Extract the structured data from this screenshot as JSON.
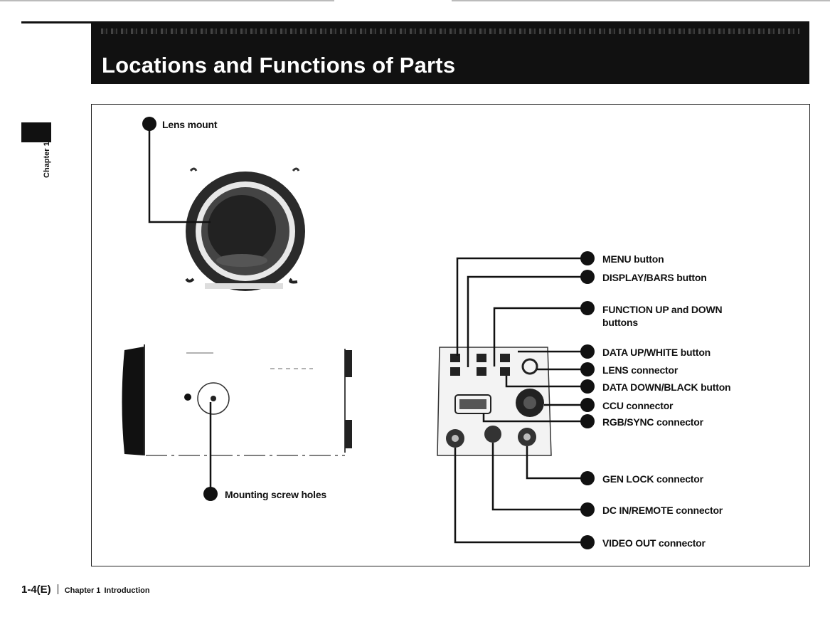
{
  "page": {
    "title": "Locations and Functions of Parts",
    "side_tab": "Chapter 1",
    "footer": {
      "page_number": "1-4(E)",
      "chapter": "Chapter 1",
      "section": "Introduction"
    }
  },
  "callouts": [
    {
      "id": "lens-mount",
      "label": "Lens mount"
    },
    {
      "id": "mounting-screw-holes",
      "label": "Mounting screw holes"
    },
    {
      "id": "menu-button",
      "label": "MENU button"
    },
    {
      "id": "display-bars-button",
      "label": "DISPLAY/BARS button"
    },
    {
      "id": "function-up-down-buttons",
      "label": "FUNCTION UP and DOWN",
      "label2": "buttons"
    },
    {
      "id": "data-up-white-button",
      "label": "DATA UP/WHITE button"
    },
    {
      "id": "lens-connector",
      "label": "LENS connector"
    },
    {
      "id": "data-down-black-button",
      "label": "DATA DOWN/BLACK button"
    },
    {
      "id": "ccu-connector",
      "label": "CCU connector"
    },
    {
      "id": "rgb-sync-connector",
      "label": "RGB/SYNC connector"
    },
    {
      "id": "gen-lock-connector",
      "label": "GEN LOCK connector"
    },
    {
      "id": "dc-in-remote-connector",
      "label": "DC IN/REMOTE connector"
    },
    {
      "id": "video-out-connector",
      "label": "VIDEO OUT connector"
    }
  ]
}
